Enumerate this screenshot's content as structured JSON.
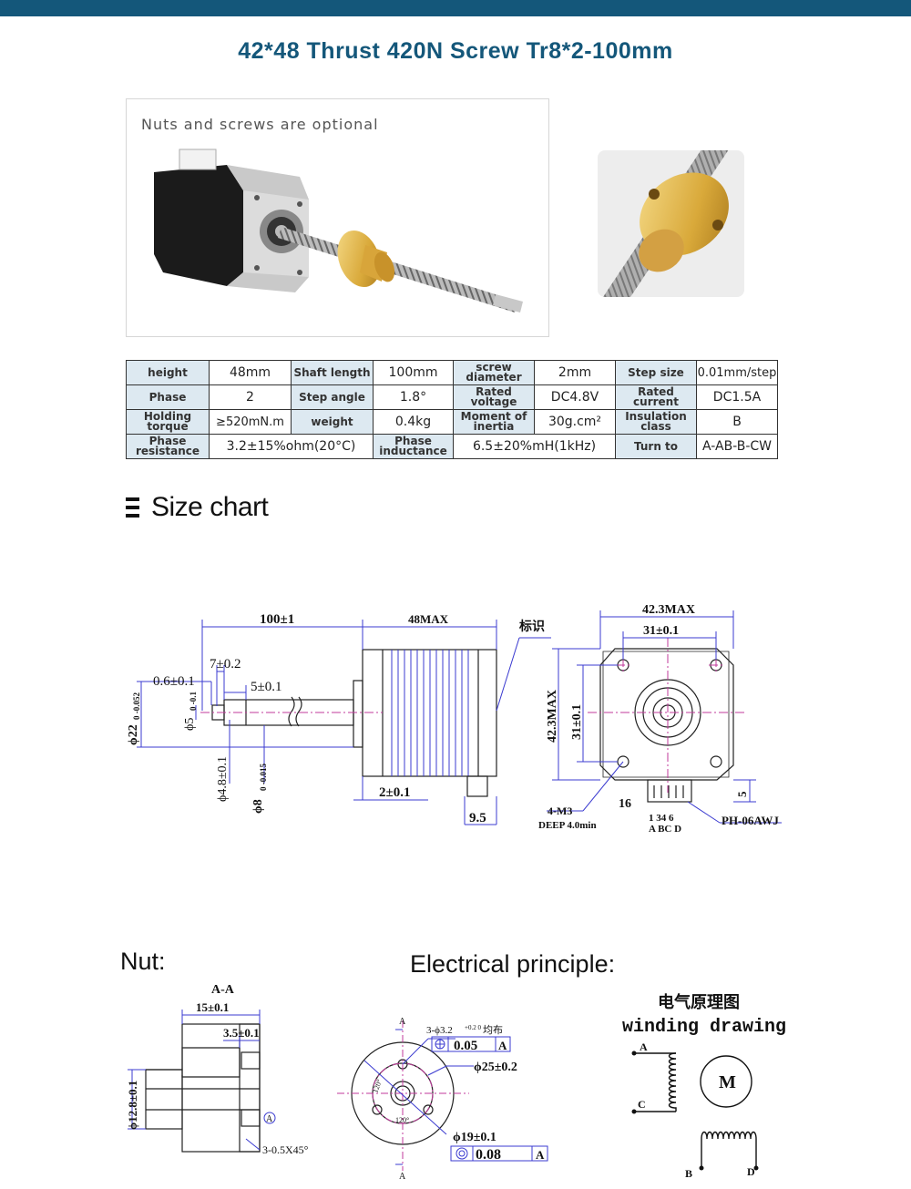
{
  "header": {
    "title": "42*48 Thrust 420N Screw Tr8*2-100mm"
  },
  "photo": {
    "caption": "Nuts and screws are optional"
  },
  "specs": {
    "rows": [
      [
        {
          "label": "height",
          "value": "48mm"
        },
        {
          "label": "Shaft length",
          "value": "100mm"
        },
        {
          "label": "screw diameter",
          "value": "2mm"
        },
        {
          "label": "Step size",
          "value": "0.01mm/step"
        }
      ],
      [
        {
          "label": "Phase",
          "value": "2"
        },
        {
          "label": "Step angle",
          "value": "1.8°"
        },
        {
          "label": "Rated voltage",
          "value": "DC4.8V"
        },
        {
          "label": "Rated current",
          "value": "DC1.5A"
        }
      ],
      [
        {
          "label": "Holding torque",
          "value": "≥520mN.m"
        },
        {
          "label": "weight",
          "value": "0.4kg"
        },
        {
          "label": "Moment of inertia",
          "value": "30g.cm²"
        },
        {
          "label": "Insulation class",
          "value": "B"
        }
      ],
      [
        {
          "label": "Phase resistance",
          "value": "3.2±15%ohm(20°C)"
        },
        {
          "label": "Phase inductance",
          "value": "6.5±20%mH(1kHz)"
        },
        {
          "label": "Turn to",
          "value": "A-AB-B-CW"
        }
      ]
    ]
  },
  "size_chart": {
    "heading": "Size chart",
    "dims": {
      "shaft_len": "100±1",
      "body_len": "48MAX",
      "mark": "标识",
      "d7": "7±0.2",
      "d06": "0.6±0.1",
      "d5": "5±0.1",
      "phi22": "ϕ22",
      "phi22_tol": "0 -0.052",
      "phi5": "ϕ5",
      "phi5_tol": "0 -0.1",
      "d48": "ϕ4.8±0.1",
      "phi8": "ϕ8",
      "phi8_tol": "0 -0.015",
      "d2": "2±0.1",
      "d95": "9.5",
      "w423": "42.3MAX",
      "w31": "31±0.1",
      "h423": "42.3MAX",
      "h31": "31±0.1",
      "m3": "4-M3",
      "deep": "DEEP 4.0min",
      "d16": "16",
      "d5b": "5",
      "conn": "PH-06AWJ",
      "pins_num": "1  34  6",
      "pins_let": "A  BC  D"
    }
  },
  "nut": {
    "label": "Nut:",
    "section": "A-A",
    "d15": "15±0.1",
    "d35": "3.5±0.1",
    "phi128": "ϕ12.8±0.1",
    "chamfer": "3-0.5X45°",
    "ref_a": "A",
    "holes": "3-ϕ3.2",
    "holes_tol": "+0.2 0",
    "holes_even": "均布",
    "tol1": "0.05",
    "phi25": "ϕ25±0.2",
    "phi19": "ϕ19±0.1",
    "tol2": "0.08",
    "angle": "120°"
  },
  "electrical": {
    "label": "Electrical principle:",
    "cn_title": "电气原理图",
    "en_title": "winding drawing",
    "motor": "M",
    "a": "A",
    "b": "B",
    "c": "C",
    "d": "D"
  },
  "colors": {
    "brand": "#14577a",
    "header_cell": "#dde9f1",
    "dim_line": "#3b3bd0",
    "center_line": "#c0399b"
  }
}
